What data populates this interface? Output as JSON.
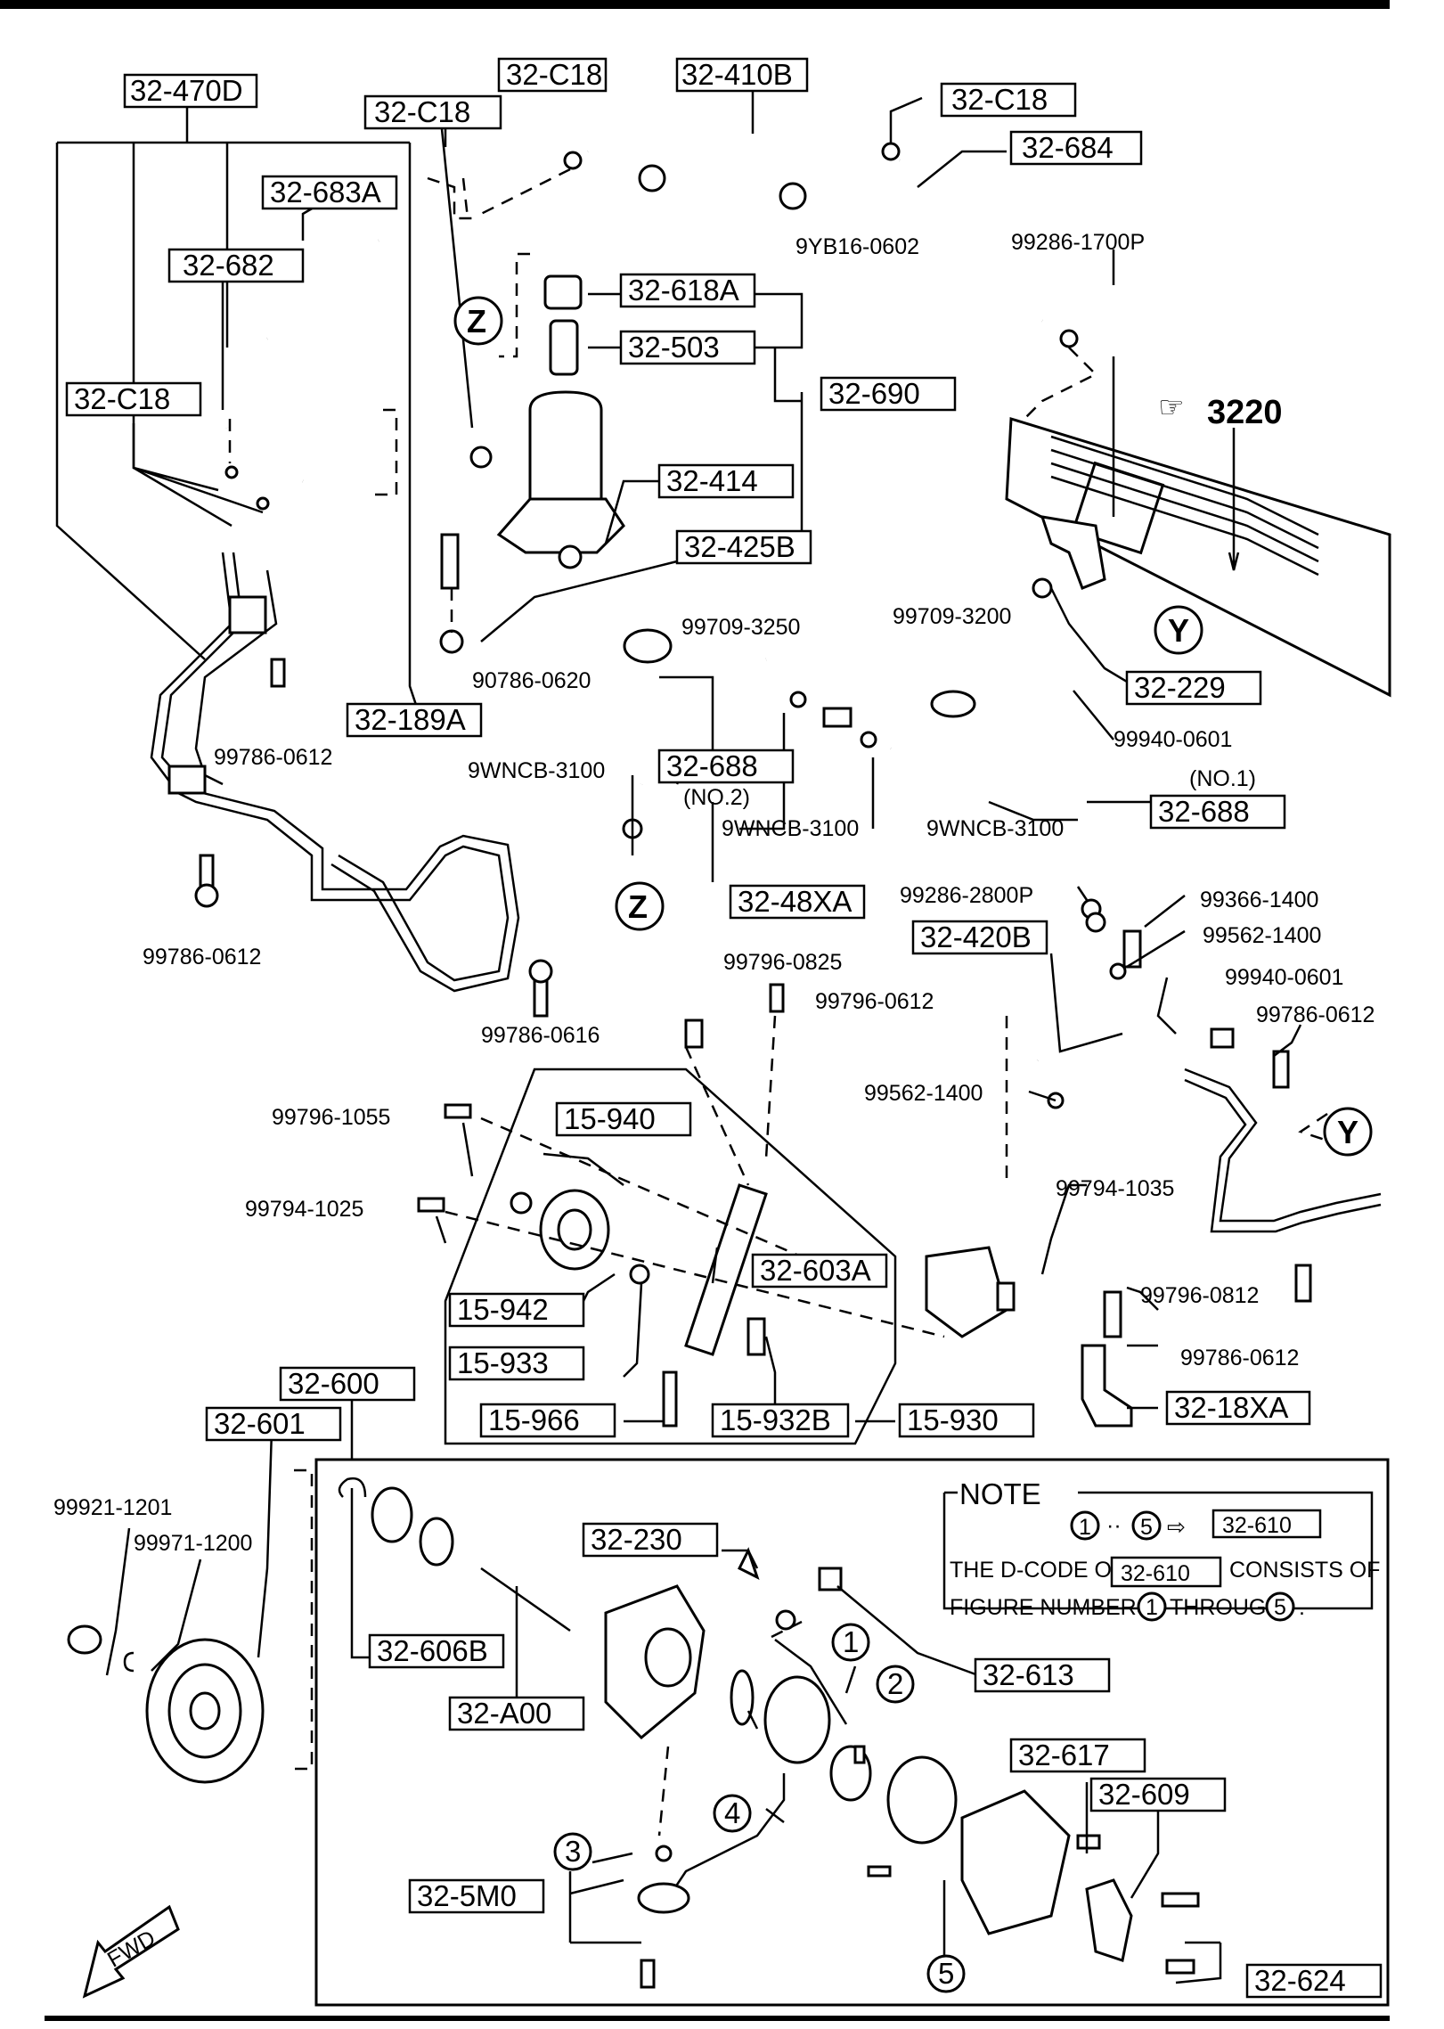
{
  "labels": {
    "l_470D": "32-470D",
    "l_C18_a": "32-C18",
    "l_C18_b": "32-C18",
    "l_410B": "32-410B",
    "l_C18_c": "32-C18",
    "l_684": "32-684",
    "l_683A": "32-683A",
    "l_682": "32-682",
    "l_618A": "32-618A",
    "l_503": "32-503",
    "l_690": "32-690",
    "l_C18_d": "32-C18",
    "l_414": "32-414",
    "l_425B": "32-425B",
    "l_229": "32-229",
    "l_189A": "32-189A",
    "l_688_a": "32-688",
    "l_688_b": "32-688",
    "l_48XA": "32-48XA",
    "l_420B": "32-420B",
    "l_15940": "15-940",
    "l_603A": "32-603A",
    "l_15942": "15-942",
    "l_15933": "15-933",
    "l_15966": "15-966",
    "l_15932B": "15-932B",
    "l_15930": "15-930",
    "l_18XA": "32-18XA",
    "l_600": "32-600",
    "l_601": "32-601",
    "l_230": "32-230",
    "l_606B": "32-606B",
    "l_A00": "32-A00",
    "l_613": "32-613",
    "l_617": "32-617",
    "l_609": "32-609",
    "l_5M0": "32-5M0",
    "l_624": "32-624",
    "l_3220": "3220"
  },
  "partnos": {
    "p_9YB16": "9YB16-0602",
    "p_99286_1700": "99286-1700P",
    "p_99709_3250": "99709-3250",
    "p_99709_3200": "99709-3200",
    "p_90786": "90786-0620",
    "p_99786_0612a": "99786-0612",
    "p_9WNCB_a": "9WNCB-3100",
    "p_9WNCB_b": "9WNCB-3100",
    "p_9WNCB_c": "9WNCB-3100",
    "p_no2": "(NO.2)",
    "p_no1": "(NO.1)",
    "p_99940a": "99940-0601",
    "p_99786_0612b": "99786-0612",
    "p_99786_0616": "99786-0616",
    "p_99286_2800": "99286-2800P",
    "p_99366": "99366-1400",
    "p_99562a": "99562-1400",
    "p_99796_0825": "99796-0825",
    "p_99796_0612": "99796-0612",
    "p_99940b": "99940-0601",
    "p_99786_0612c": "99786-0612",
    "p_99562b": "99562-1400",
    "p_99796_1055": "99796-1055",
    "p_99794_1025": "99794-1025",
    "p_99794_1035": "99794-1035",
    "p_99796_0812": "99796-0812",
    "p_99786_0612d": "99786-0612",
    "p_99921": "99921-1201",
    "p_99971": "99971-1200"
  },
  "markers": {
    "z1": "Z",
    "z2": "Z",
    "y1": "Y",
    "y2": "Y",
    "n1": "1",
    "n2": "2",
    "n3": "3",
    "n4": "4",
    "n5": "5"
  },
  "note": {
    "title": "NOTE",
    "range_from": "1",
    "range_to": "5",
    "ref_code": "32-610",
    "line1_pre": "THE D-CODE OF",
    "line1_code": "32-610",
    "line1_post": "CONSISTS OF",
    "line2_pre": "FIGURE NUMBERS",
    "line2_from": "1",
    "line2_mid": "THROUGH",
    "line2_to": "5",
    "line2_end": "."
  },
  "fwd": "FWD"
}
